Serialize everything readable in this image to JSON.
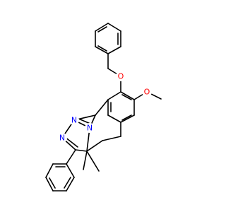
{
  "colors": {
    "bond": "#000000",
    "oxygen": "#ff0000",
    "nitrogen": "#0000ff"
  },
  "atoms": {
    "o_benzyloxy": "O",
    "o_methoxy": "O",
    "n_triazole_top": "N",
    "n_triazole_mid": "N",
    "n_ring_fusion": "N"
  }
}
